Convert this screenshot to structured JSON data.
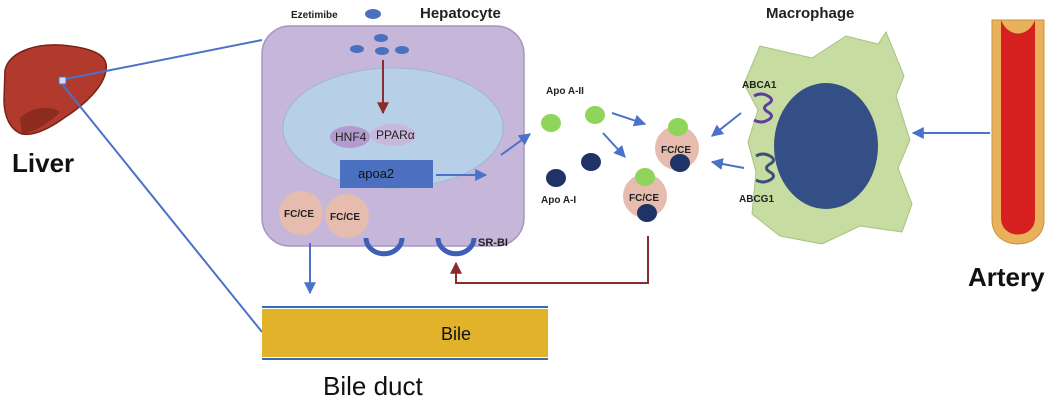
{
  "labels": {
    "ezetimibe": "Ezetimibe",
    "hepatocyte": "Hepatocyte",
    "macrophage": "Macrophage",
    "liver": "Liver",
    "artery": "Artery",
    "bile": "Bile",
    "bile_duct": "Bile duct",
    "hnf4": "HNF4",
    "ppar": "PPARα",
    "apoa2": "apoa2",
    "fcce": "FC/CE",
    "sr_bi": "SR-BI",
    "apo_a2": "Apo A-II",
    "apo_a1": "Apo A-I",
    "abca1": "ABCA1",
    "abcg1": "ABCG1"
  },
  "colors": {
    "arrow_blue": "#4a72c8",
    "arrow_red": "#8b2b2b",
    "hepatocyte_fill": "#c6b6d9",
    "nucleus_fill": "#b8cfe8",
    "macrophage_fill": "#c6dca0",
    "macro_nucleus": "#344f86",
    "apoa2_fill": "#4a70bf",
    "apo_a2_particle": "#8fd55c",
    "apo_a1_particle": "#1f3366",
    "fcce_fill": "#e5bcae",
    "bile_fill": "#e3b22b",
    "artery_wall": "#e9b25a",
    "artery_lumen": "#d61f1f",
    "liver_fill": "#b13a2c"
  }
}
